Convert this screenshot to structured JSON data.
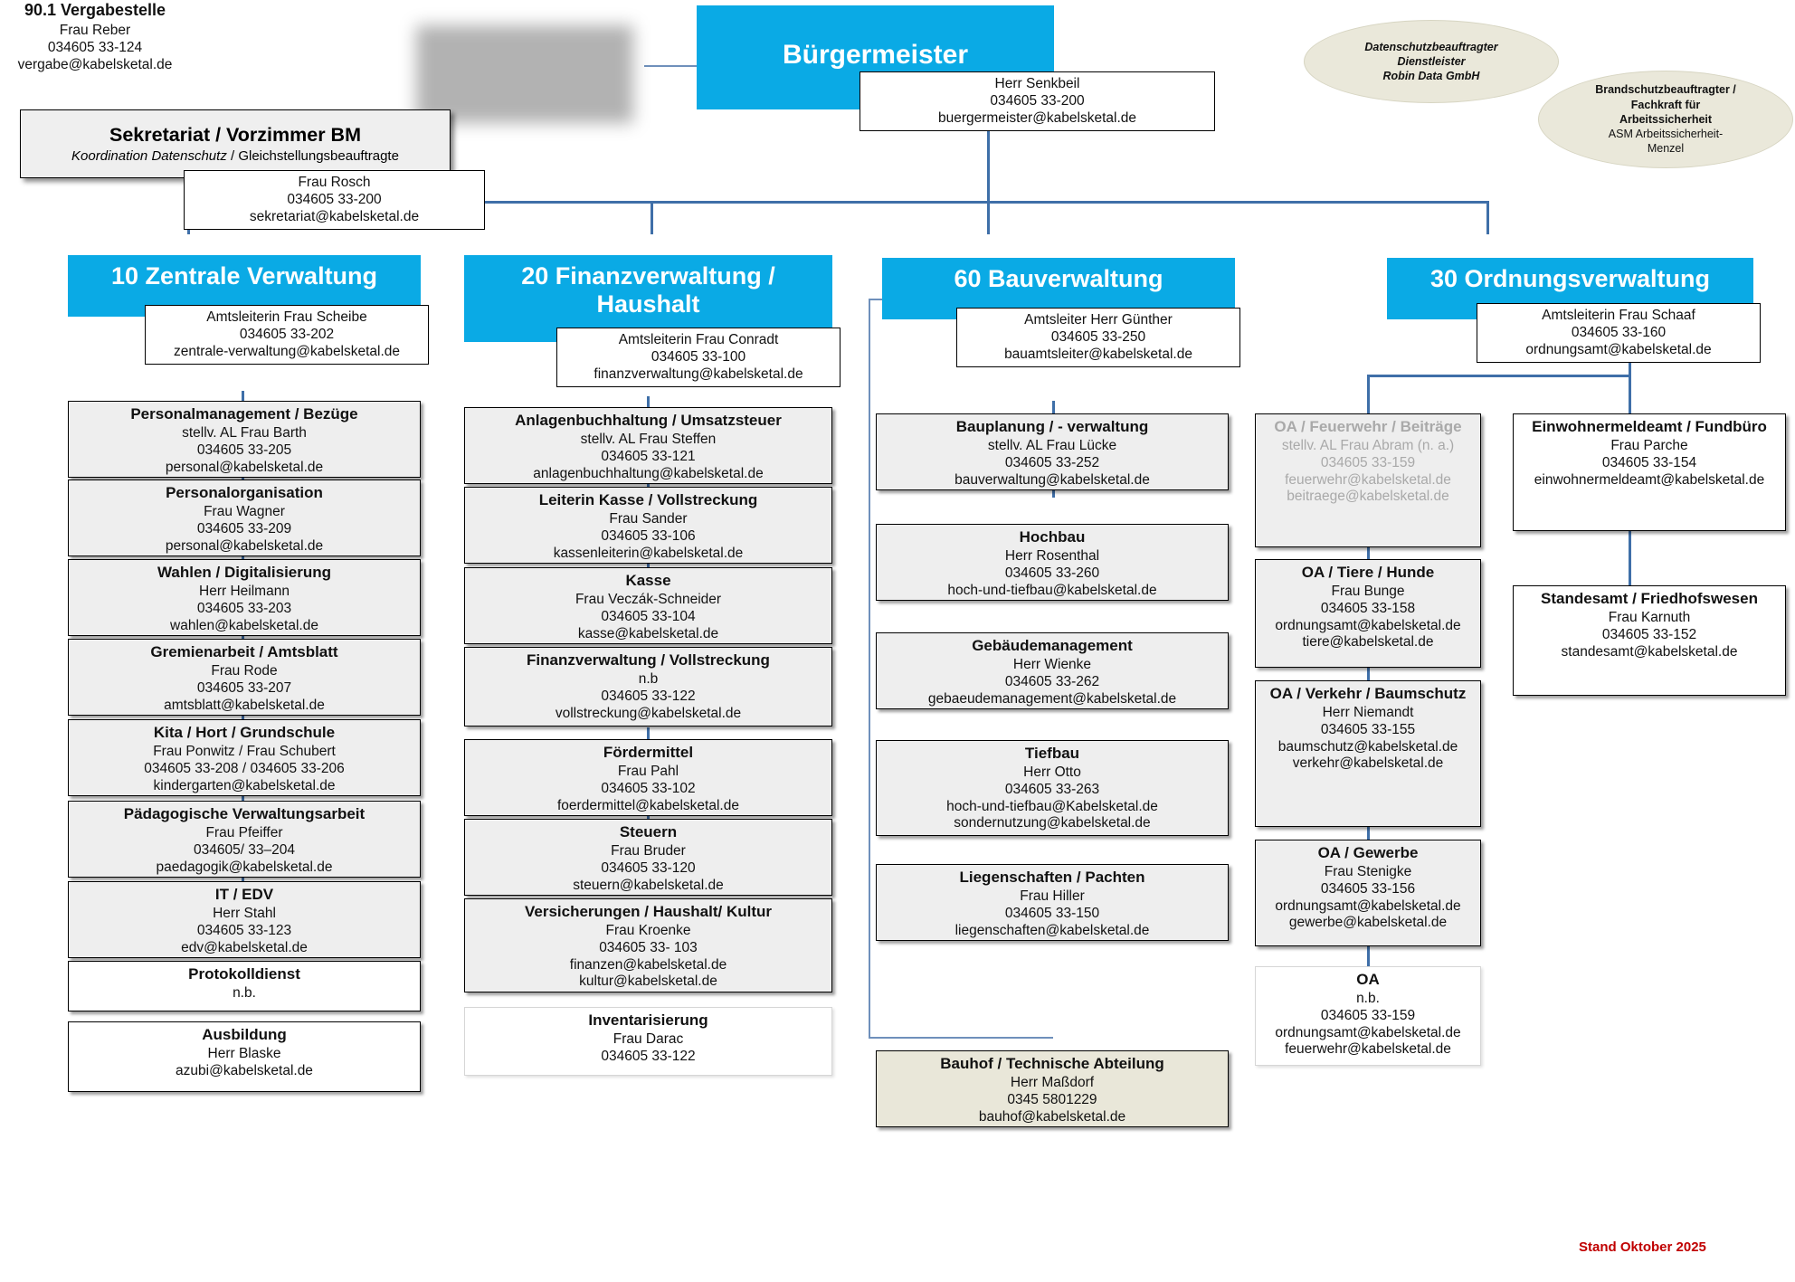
{
  "meta": {
    "stand": "Stand Oktober 2025",
    "accent_blue": "#0aaae5",
    "line_blue": "#3f6fa8",
    "beige": "#e9e7d9",
    "stand_color": "#c00000"
  },
  "mayor": {
    "title": "Bürgermeister",
    "card": {
      "name": "Herr Senkbeil",
      "phone": "034605 33-200",
      "email": "buergermeister@kabelsketal.de"
    }
  },
  "vergabestelle": {
    "title": "90.1 Vergabestelle",
    "name": "Frau Reber",
    "phone": "034605 33-124",
    "email": "vergabe@kabelsketal.de"
  },
  "sekretariat": {
    "title": "Sekretariat / Vorzimmer BM",
    "subtitle_italic": "Koordination Datenschutz",
    "subtitle_rest": " / Gleichstellungsbeauftragte",
    "card": {
      "name": "Frau Rosch",
      "phone": "034605 33-200",
      "email": "sekretariat@kabelsketal.de"
    }
  },
  "ovals": [
    {
      "id": "datenschutz",
      "lines": [
        "Datenschutzbeauftragter",
        "Dienstleister",
        "Robin Data GmbH"
      ],
      "style": "italic"
    },
    {
      "id": "brandschutz",
      "bold_lines": [
        "Brandschutzbeauftragter /",
        "Fachkraft für",
        "Arbeitssicherheit"
      ],
      "plain_lines": [
        "ASM Arbeitssicherheit-",
        "Menzel"
      ]
    }
  ],
  "departments": [
    {
      "id": "zentrale",
      "header": "10 Zentrale Verwaltung",
      "lead": {
        "name": "Amtsleiterin Frau Scheibe",
        "phone": "034605 33-202",
        "email": "zentrale-verwaltung@kabelsketal.de"
      },
      "units": [
        {
          "title": "Personalmanagement / Bezüge",
          "lines": [
            "stellv. AL Frau Barth",
            "034605 33-205",
            "personal@kabelsketal.de"
          ],
          "style": "grey"
        },
        {
          "title": "Personalorganisation",
          "lines": [
            "Frau Wagner",
            "034605 33-209",
            "personal@kabelsketal.de"
          ],
          "style": "grey"
        },
        {
          "title": "Wahlen / Digitalisierung",
          "lines": [
            "Herr Heilmann",
            "034605 33-203",
            "wahlen@kabelsketal.de"
          ],
          "style": "grey"
        },
        {
          "title": "Gremienarbeit / Amtsblatt",
          "lines": [
            "Frau Rode",
            "034605 33-207",
            "amtsblatt@kabelsketal.de"
          ],
          "style": "grey"
        },
        {
          "title": "Kita / Hort / Grundschule",
          "lines": [
            "Frau Ponwitz / Frau Schubert",
            "034605 33-208 / 034605 33-206",
            "kindergarten@kabelsketal.de"
          ],
          "style": "grey"
        },
        {
          "title": "Pädagogische Verwaltungsarbeit",
          "lines": [
            "Frau Pfeiffer",
            "034605/ 33–204",
            "paedagogik@kabelsketal.de"
          ],
          "style": "grey"
        },
        {
          "title": "IT / EDV",
          "lines": [
            "Herr Stahl",
            "034605 33-123",
            "edv@kabelsketal.de"
          ],
          "style": "grey"
        },
        {
          "title": "Protokolldienst",
          "lines": [
            "n.b."
          ],
          "style": "plain"
        },
        {
          "title": "Ausbildung",
          "lines": [
            "Herr Blaske",
            "azubi@kabelsketal.de"
          ],
          "style": "plain"
        }
      ]
    },
    {
      "id": "finanz",
      "header": "20 Finanzverwaltung / Haushalt",
      "lead": {
        "name": "Amtsleiterin Frau Conradt",
        "phone": "034605 33-100",
        "email": "finanzverwaltung@kabelsketal.de"
      },
      "units": [
        {
          "title": "Anlagenbuchhaltung / Umsatzsteuer",
          "lines": [
            "stellv. AL Frau Steffen",
            "034605 33-121",
            "anlagenbuchhaltung@kabelsketal.de"
          ],
          "style": "grey"
        },
        {
          "title": "Leiterin Kasse / Vollstreckung",
          "lines": [
            "Frau Sander",
            "034605 33-106",
            "kassenleiterin@kabelsketal.de"
          ],
          "style": "grey"
        },
        {
          "title": "Kasse",
          "lines": [
            "Frau Veczák-Schneider",
            "034605 33-104",
            "kasse@kabelsketal.de"
          ],
          "style": "grey"
        },
        {
          "title": "Finanzverwaltung / Vollstreckung",
          "lines": [
            "n.b",
            "034605 33-122",
            "vollstreckung@kabelsketal.de"
          ],
          "style": "grey"
        },
        {
          "title": "Fördermittel",
          "lines": [
            "Frau Pahl",
            "034605 33-102",
            "foerdermittel@kabelsketal.de"
          ],
          "style": "grey"
        },
        {
          "title": "Steuern",
          "lines": [
            "Frau Bruder",
            "034605 33-120",
            "steuern@kabelsketal.de"
          ],
          "style": "grey"
        },
        {
          "title": "Versicherungen / Haushalt/ Kultur",
          "lines": [
            "Frau Kroenke",
            "034605 33- 103",
            "finanzen@kabelsketal.de",
            "kultur@kabelsketal.de"
          ],
          "style": "grey"
        },
        {
          "title": "Inventarisierung",
          "lines": [
            "Frau Darac",
            "034605 33-122"
          ],
          "style": "light"
        }
      ]
    },
    {
      "id": "bau",
      "header": "60 Bauverwaltung",
      "lead": {
        "name": "Amtsleiter Herr Günther",
        "phone": "034605 33-250",
        "email": "bauamtsleiter@kabelsketal.de"
      },
      "units": [
        {
          "title": "Bauplanung / - verwaltung",
          "lines": [
            "stellv. AL Frau Lücke",
            "034605 33-252",
            "bauverwaltung@kabelsketal.de"
          ],
          "style": "grey"
        },
        {
          "title": "Hochbau",
          "lines": [
            "Herr Rosenthal",
            "034605 33-260",
            "hoch-und-tiefbau@kabelsketal.de"
          ],
          "style": "grey"
        },
        {
          "title": "Gebäudemanagement",
          "lines": [
            "Herr Wienke",
            "034605 33-262",
            "gebaeudemanagement@kabelsketal.de"
          ],
          "style": "grey"
        },
        {
          "title": "Tiefbau",
          "lines": [
            "Herr Otto",
            "034605 33-263",
            "hoch-und-tiefbau@Kabelsketal.de",
            "sondernutzung@kabelsketal.de"
          ],
          "style": "grey"
        },
        {
          "title": "Liegenschaften / Pachten",
          "lines": [
            "Frau Hiller",
            "034605 33-150",
            "liegenschaften@kabelsketal.de"
          ],
          "style": "grey"
        }
      ],
      "side_unit": {
        "title": "Bauhof / Technische Abteilung",
        "lines": [
          "Herr Maßdorf",
          "0345 5801229",
          "bauhof@kabelsketal.de"
        ],
        "style": "beige"
      }
    },
    {
      "id": "ordnung",
      "header": "30 Ordnungsverwaltung",
      "lead": {
        "name": "Amtsleiterin Frau Schaaf",
        "phone": "034605 33-160",
        "email": "ordnungsamt@kabelsketal.de"
      },
      "units_left": [
        {
          "title": "OA / Feuerwehr / Beiträge",
          "lines": [
            "stellv. AL Frau Abram (n. a.)",
            "034605 33-159",
            "feuerwehr@kabelsketal.de",
            "beitraege@kabelsketal.de"
          ],
          "style": "grey",
          "faint": true
        },
        {
          "title": "OA / Tiere / Hunde",
          "lines": [
            "Frau Bunge",
            "034605 33-158",
            "ordnungsamt@kabelsketal.de",
            "tiere@kabelsketal.de"
          ],
          "style": "grey"
        },
        {
          "title": "OA / Verkehr / Baumschutz",
          "lines": [
            "Herr Niemandt",
            "034605 33-155",
            "baumschutz@kabelsketal.de",
            "verkehr@kabelsketal.de"
          ],
          "style": "grey"
        },
        {
          "title": "OA / Gewerbe",
          "lines": [
            "Frau Stenigke",
            "034605 33-156",
            "ordnungsamt@kabelsketal.de",
            "gewerbe@kabelsketal.de"
          ],
          "style": "grey"
        },
        {
          "title": "OA",
          "lines": [
            "n.b.",
            "034605 33-159",
            "ordnungsamt@kabelsketal.de",
            "feuerwehr@kabelsketal.de"
          ],
          "style": "light"
        }
      ],
      "units_right": [
        {
          "title": "Einwohnermeldeamt / Fundbüro",
          "lines": [
            "Frau Parche",
            "034605 33-154",
            "einwohnermeldeamt@kabelsketal.de"
          ],
          "style": "plain"
        },
        {
          "title": "Standesamt / Friedhofswesen",
          "lines": [
            "Frau Karnuth",
            "034605 33-152",
            "standesamt@kabelsketal.de"
          ],
          "style": "plain"
        }
      ]
    }
  ]
}
